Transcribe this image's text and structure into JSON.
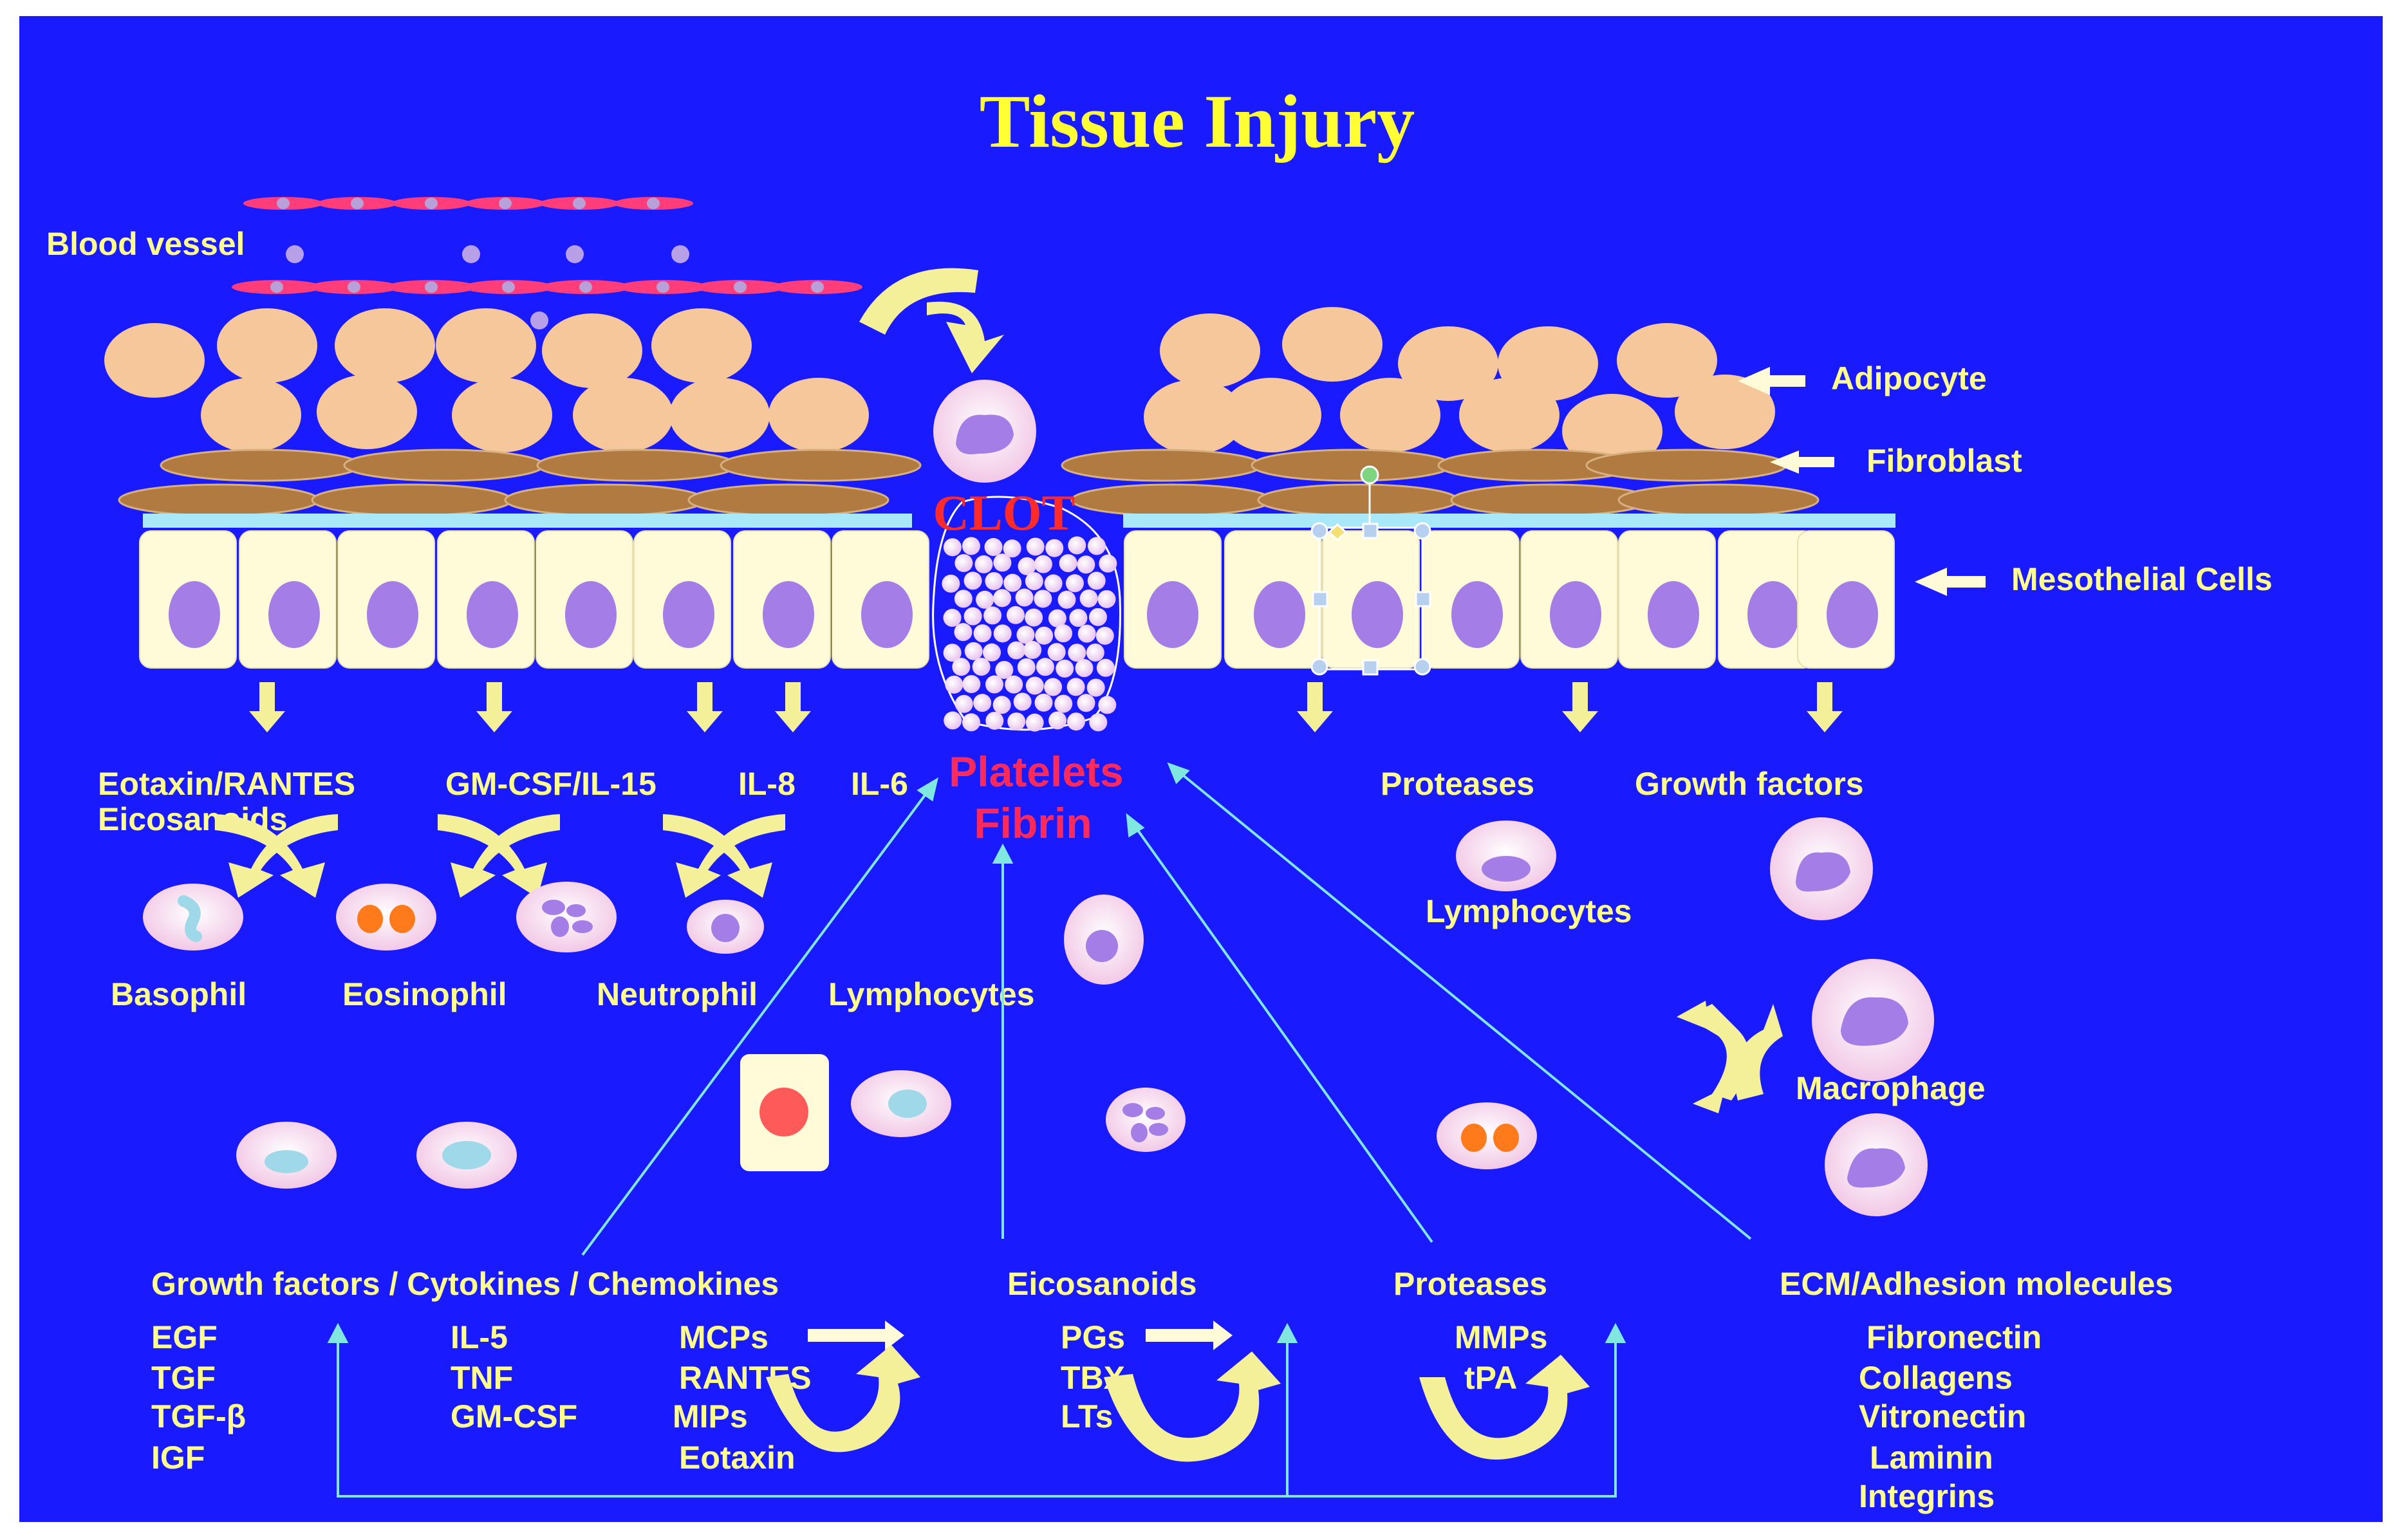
{
  "title": "Tissue Injury",
  "colors": {
    "background": "#1a1aff",
    "label": "#ffff8c",
    "title": "#ffff33",
    "clot_text": "#ff2a2a",
    "platelets_text": "#ff2a5a",
    "adipocyte": "#f5c79a",
    "fibroblast": "#b07a40",
    "mesothelial": "#fffbd8",
    "nucleus": "#a57de6",
    "arrow_cyan": "#7fe6e0"
  },
  "labels": {
    "blood_vessel": "Blood vessel",
    "adipocyte": "Adipocyte",
    "fibroblast": "Fibroblast",
    "mesothelial": "Mesothelial Cells",
    "clot": "CLOT",
    "platelets": "Platelets",
    "fibrin": "Fibrin"
  },
  "mediators": {
    "eotaxin_rantes": "Eotaxin/RANTES",
    "eicosanoids": "Eicosanoids",
    "gmcsf_il15": "GM-CSF/IL-15",
    "il8": "IL-8",
    "il6": "IL-6",
    "proteases": "Proteases",
    "growth_factors": "Growth factors"
  },
  "cells": {
    "basophil": "Basophil",
    "eosinophil": "Eosinophil",
    "neutrophil": "Neutrophil",
    "lymphocytes_left": "Lymphocytes",
    "lymphocytes_right": "Lymphocytes",
    "macrophage": "Macrophage"
  },
  "bottom": {
    "gf_header": "Growth factors / Cytokines / Chemokines",
    "gf_col1": [
      "EGF",
      "TGF",
      "TGF-β",
      "IGF"
    ],
    "gf_col2": [
      "IL-5",
      "TNF",
      "GM-CSF"
    ],
    "gf_col3": [
      "MCPs",
      "RANTES",
      "MIPs",
      "Eotaxin"
    ],
    "eico_header": "Eicosanoids",
    "eico_list": [
      "PGs",
      "TBX",
      "LTs"
    ],
    "prot_header": "Proteases",
    "prot_list": [
      "MMPs",
      "tPA"
    ],
    "ecm_header": "ECM/Adhesion molecules",
    "ecm_list": [
      "Fibronectin",
      "Collagens",
      "Vitronectin",
      "Laminin",
      "Integrins"
    ]
  }
}
